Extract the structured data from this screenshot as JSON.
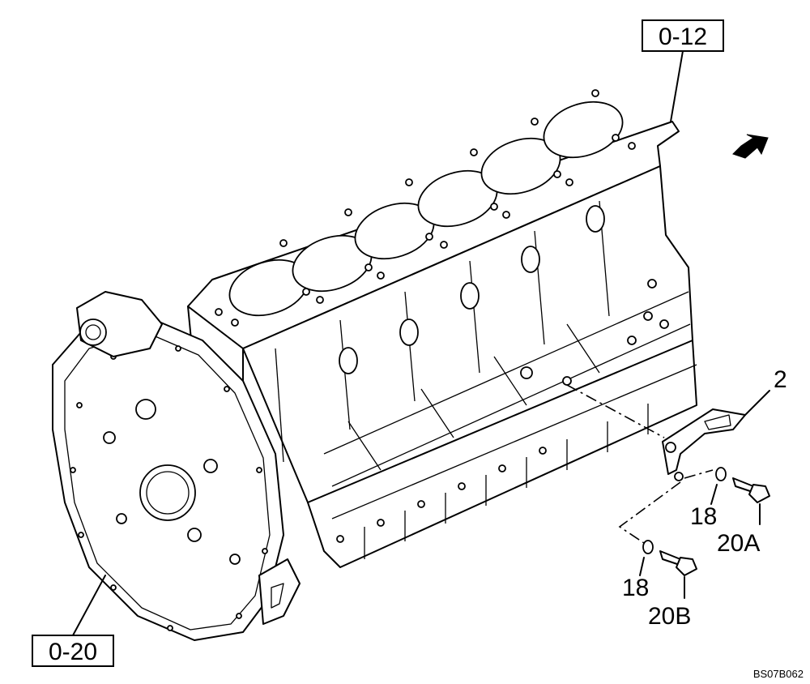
{
  "ref_labels": {
    "cylinder_head_ref": "0-12",
    "flywheel_housing_ref": "0-20"
  },
  "callouts": {
    "bracket": "2",
    "washer_upper": "18",
    "bolt_upper": "20A",
    "washer_lower": "18",
    "bolt_lower": "20B"
  },
  "drawing_code": "BS07B062",
  "colors": {
    "line": "#000000",
    "background": "#ffffff"
  },
  "icons": {
    "direction": "arrow-icon"
  }
}
